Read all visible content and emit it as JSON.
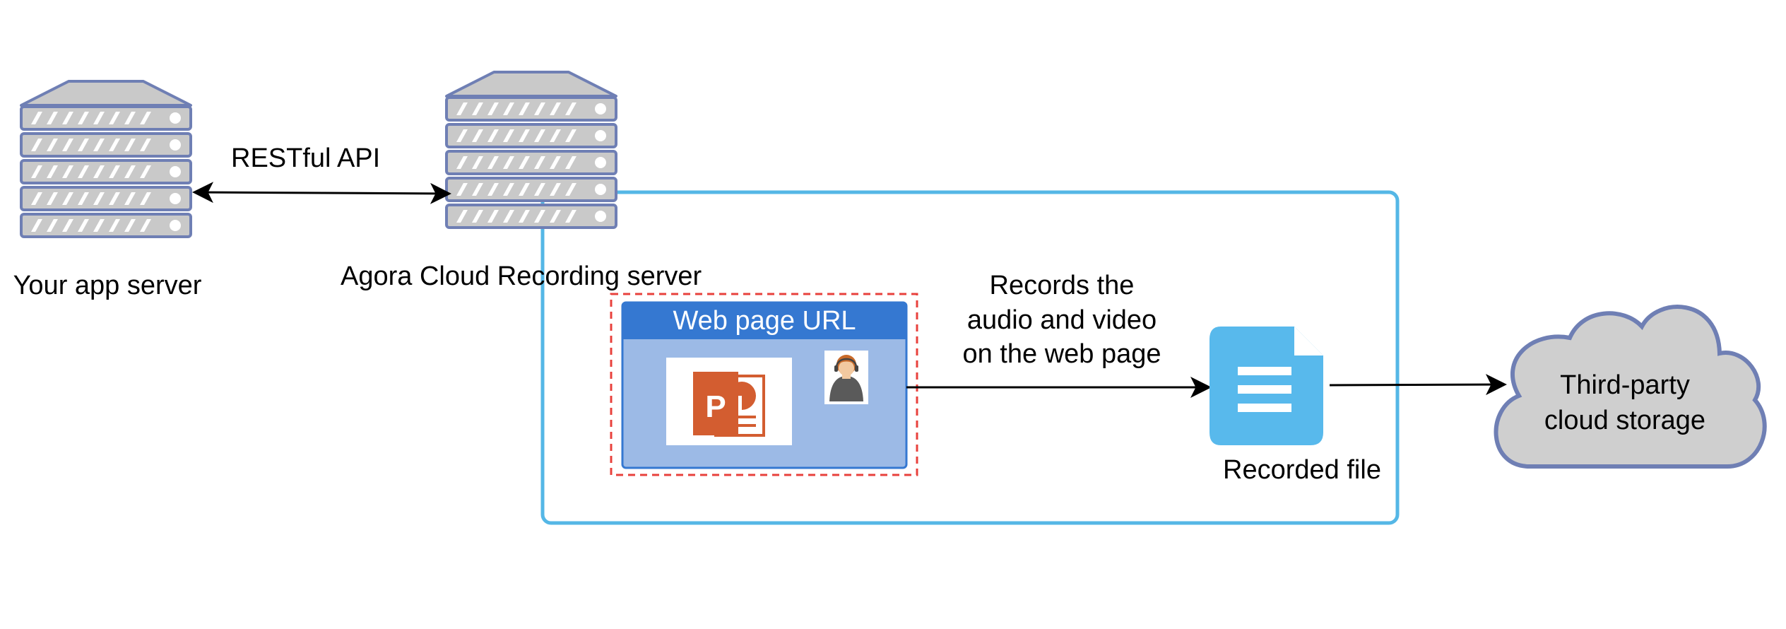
{
  "labels": {
    "app_server": "Your app server",
    "restful_api": "RESTful API",
    "recording_server": "Agora Cloud Recording server",
    "web_page_url": "Web page URL",
    "records_line1": "Records the",
    "records_line2": "audio and video",
    "records_line3": "on the web page",
    "recorded_file": "Recorded file",
    "storage_line1": "Third-party",
    "storage_line2": "cloud storage"
  },
  "icons": {
    "powerpoint_letter": "P"
  },
  "colors": {
    "server_fill": "#c9c9c9",
    "server_stroke": "#6f7fb4",
    "container_border": "#55b7e6",
    "url_header": "#3578d1",
    "url_body": "#9cbae6",
    "dashed_border": "#e8413c",
    "file_icon": "#58b9ec",
    "powerpoint": "#d35d30",
    "cloud_fill": "#cfcfcf",
    "cloud_stroke": "#6f7fb4"
  }
}
